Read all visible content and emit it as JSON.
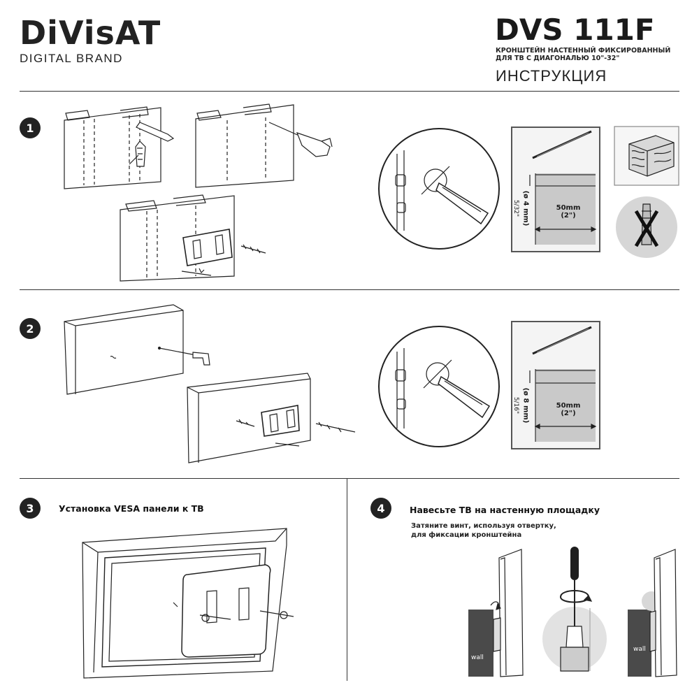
{
  "header": {
    "brand": "DiVisAT",
    "brand_tagline": "DIGITAL BRAND",
    "model": "DVS 111F",
    "description_line1": "КРОНШТЕЙН НАСТЕННЫЙ ФИКСИРОВАННЫЙ",
    "description_line2": "ДЛЯ ТВ С ДИАГОНАЛЬЮ 10\"-32\"",
    "doc_title": "ИНСТРУКЦИЯ"
  },
  "steps": [
    {
      "number": "1",
      "drill": {
        "diameter": "(ø 4 mm)",
        "fraction": "5/32\"",
        "depth_mm": "50mm",
        "depth_in": "(2\")"
      }
    },
    {
      "number": "2",
      "drill": {
        "diameter": "(ø 8 mm)",
        "fraction": "5/16\"",
        "depth_mm": "50mm",
        "depth_in": "(2\")"
      }
    },
    {
      "number": "3",
      "title": "Установка VESA панели к ТВ"
    },
    {
      "number": "4",
      "title": "Навесьте ТВ на настенную площадку",
      "subtitle_line1": "Затяните винт, используя отвертку,",
      "subtitle_line2": "для фиксации кронштейна",
      "wall_label_left": "wall",
      "wall_label_right": "wall"
    }
  ],
  "icons": {
    "step1_wood": "wood-block-icon",
    "step1_no_anchor": "no-plastic-anchor-icon",
    "step4_rotate": "rotate-arrow-icon"
  }
}
